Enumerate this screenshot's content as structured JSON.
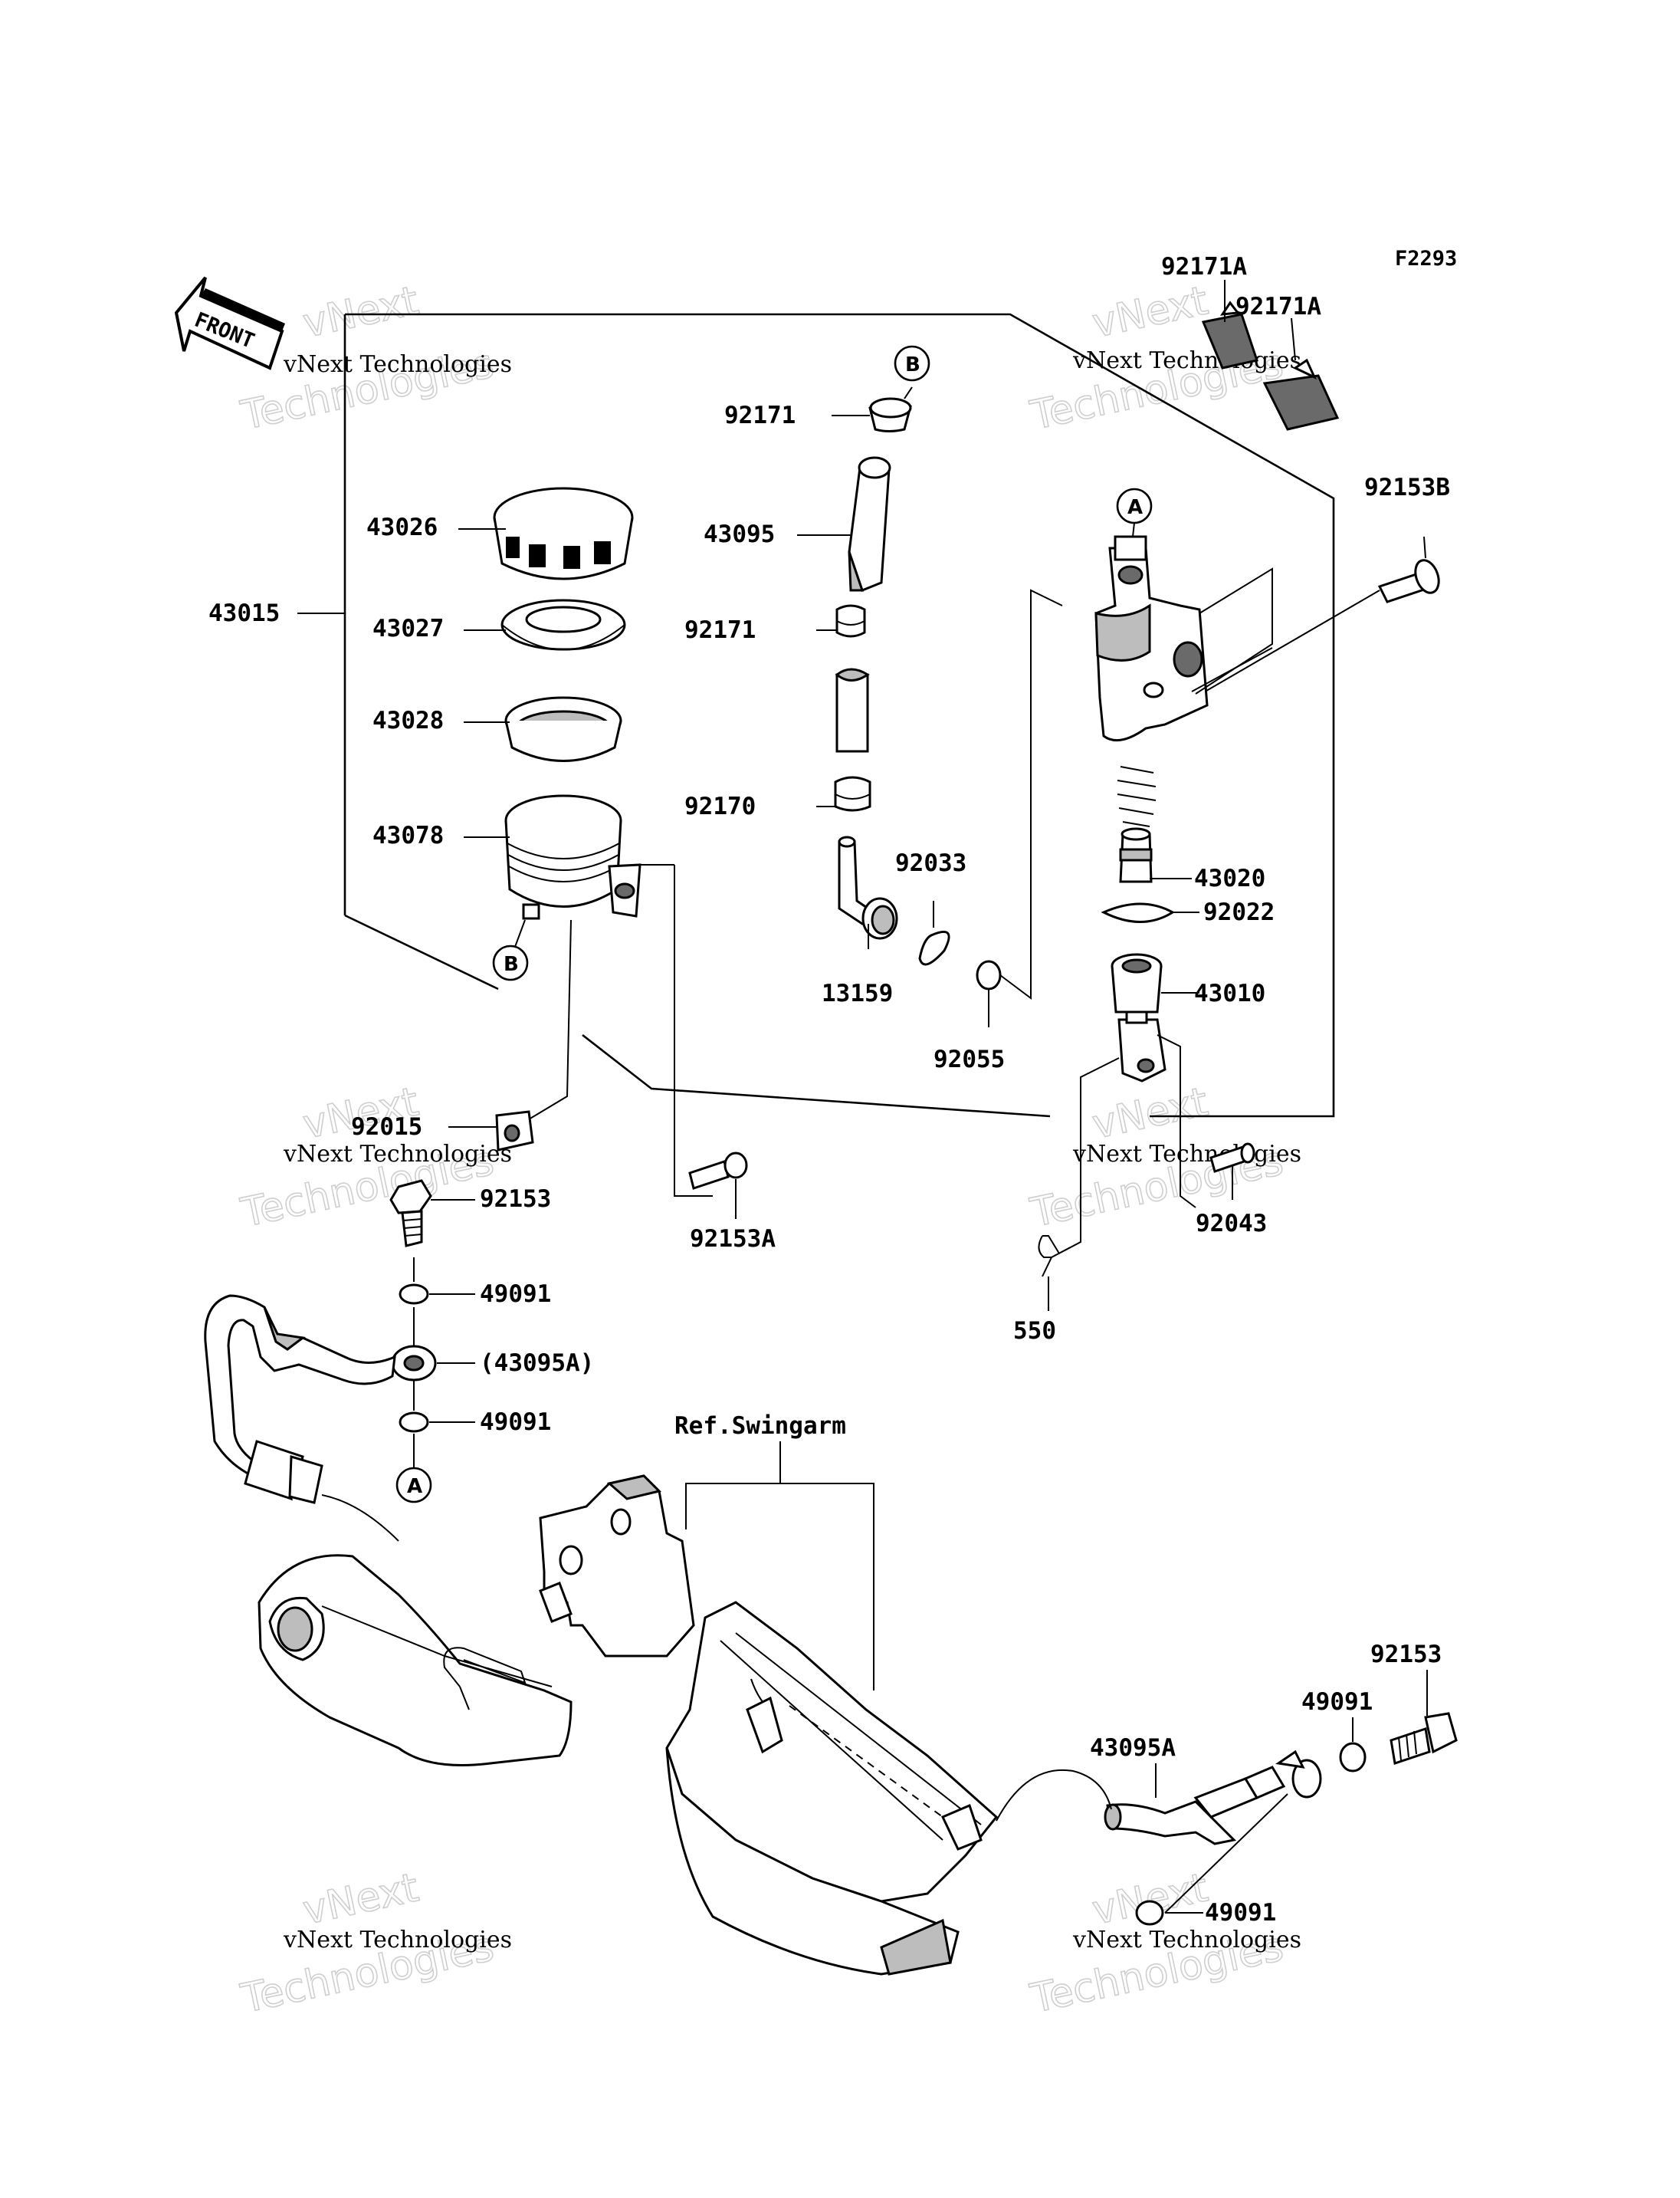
{
  "figure_code": "F2293",
  "front_label": "FRONT",
  "ref_label": "Ref.Swingarm",
  "watermark": {
    "line1": "vNext",
    "line2": "vNext Technologies",
    "line3": "Technologies"
  },
  "circle_refs": {
    "a": "A",
    "b": "B"
  },
  "parts": {
    "p92171A_1": "92171A",
    "p92171A_2": "92171A",
    "p92153B": "92153B",
    "p92171_top": "92171",
    "p43026": "43026",
    "p43095": "43095",
    "p43015": "43015",
    "p43027": "43027",
    "p92171_mid": "92171",
    "p43028": "43028",
    "p92170": "92170",
    "p43078": "43078",
    "p92033": "92033",
    "p43020": "43020",
    "p92022": "92022",
    "p13159": "13159",
    "p43010": "43010",
    "p92055": "92055",
    "p92015": "92015",
    "p92153_left": "92153",
    "p92153A": "92153A",
    "p92043": "92043",
    "p49091_a": "49091",
    "p43095A_paren": "(43095A)",
    "p550": "550",
    "p49091_b": "49091",
    "p92153_right": "92153",
    "p49091_c": "49091",
    "p43095A": "43095A",
    "p49091_d": "49091"
  }
}
